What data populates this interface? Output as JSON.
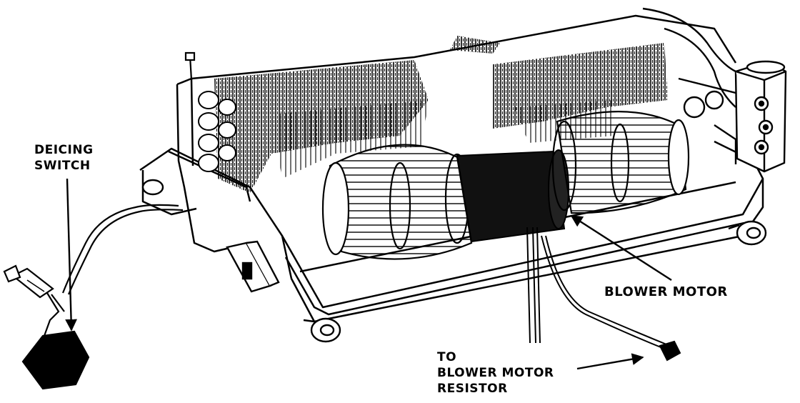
{
  "labels": {
    "deicing_switch": [
      "DEICING",
      "SWITCH"
    ],
    "blower_motor": "BLOWER MOTOR",
    "to_blower_motor_resistor": [
      "TO",
      "BLOWER MOTOR",
      "RESISTOR"
    ]
  },
  "colors": {
    "ink": "#000000",
    "paper": "#ffffff"
  }
}
